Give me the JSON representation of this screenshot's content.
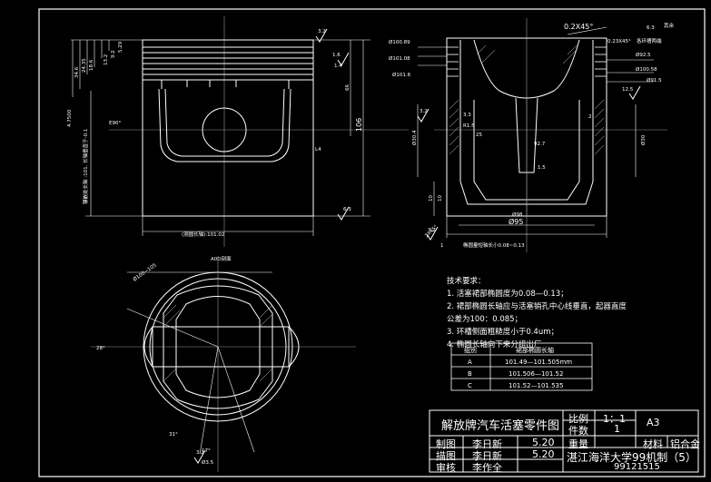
{
  "drawing": {
    "roughness_note": "其余",
    "chamfer_top": "0.2X45°",
    "chamfer_right": "0.23X45°",
    "chamfer_right_note": "各环槽两端",
    "dims_left_vertical": [
      "5.29",
      "9.2",
      "13.2",
      "18.6",
      "24.35",
      "34.6",
      "4.7500"
    ],
    "dim_left_main": "镶嵌处长轴 :101. 长轴垂直于-0.1",
    "dim_bottom_front": "(测圆长轴):101.02",
    "dim_height_right_front": [
      "66",
      "106"
    ],
    "dim_e": "E90°",
    "dims_front_small": [
      "1.4",
      "L4"
    ],
    "section_top_left_dims": [
      "Ø100.89",
      "Ø101.08",
      "Ø101.6"
    ],
    "section_top_right_dims": [
      "Ø92.5",
      "Ø100.58",
      "Ø91.5"
    ],
    "section_side_dims": [
      "Ø30.4",
      "Ø30",
      "3.3",
      "R1.5",
      "25",
      "1.5",
      "92.7",
      "2"
    ],
    "section_bottom_dims": [
      "Ø95",
      "Ø98",
      "10",
      "10",
      "2X45°",
      "1"
    ],
    "section_bottom_note": "椭圆量短轴长小0.08~0.13",
    "bottom_view_dims": [
      "Ø100~105",
      "A0O剖面",
      "28°",
      "31°",
      "17°",
      "Ø3.5"
    ],
    "roughness_values": [
      "1.6",
      "6.3",
      "3.2",
      "12.5",
      "3.2",
      "3.2",
      "6.3",
      "3.2"
    ]
  },
  "tech_requirements": {
    "heading": "技术要求：",
    "items": [
      "1. 活塞裙部椭圆度为0.08—0.13；",
      "2. 裙部椭圆长轴应与活塞销孔中心线垂直，起器直度",
      "公差为100：0.085；",
      "3. 环槽侧面粗糙度小于0.4um；",
      "4. 椭圆长轴向下来分组出厂"
    ]
  },
  "group_table": {
    "headers": [
      "组别",
      "裙部椭圆长轴"
    ],
    "rows": [
      [
        "A",
        "101.49—101.505mm"
      ],
      [
        "B",
        "101.506—101.52"
      ],
      [
        "C",
        "101.52—101.535"
      ]
    ]
  },
  "title_block": {
    "title": "解放牌汽车活塞零件图",
    "scale_label": "比例",
    "scale_value": "1：1",
    "qty_label": "件数",
    "qty_value": "1",
    "weight_label": "重量",
    "sheet": "A3",
    "material_label": "材料",
    "material_value": "铝合金",
    "rows": [
      {
        "role": "制图",
        "name": "李日新",
        "date": "5.20"
      },
      {
        "role": "描图",
        "name": "李日新",
        "date": "5.20"
      },
      {
        "role": "审核",
        "name": "李作全",
        "date": ""
      }
    ],
    "school": "湛江海洋大学99机制（5）",
    "student_id": "99121515"
  }
}
